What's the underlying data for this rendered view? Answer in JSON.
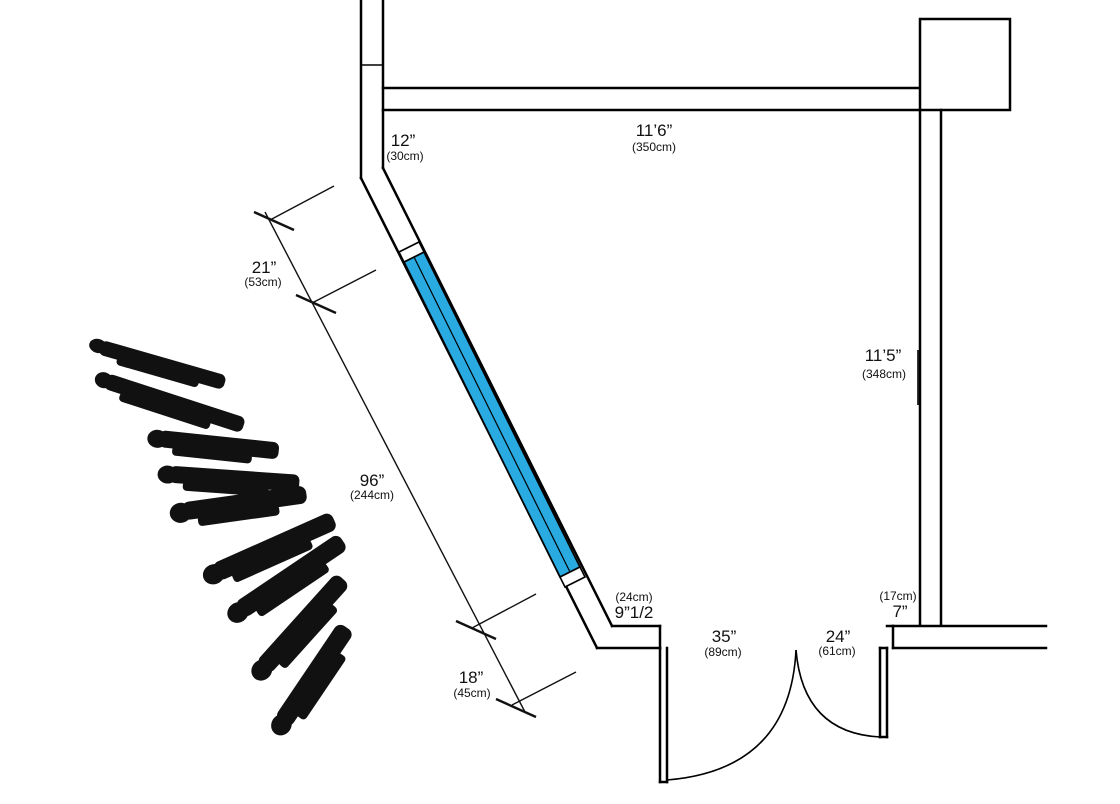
{
  "dimensions": {
    "top_wall": {
      "main": "11’6”",
      "sub": "(350cm)"
    },
    "top_left": {
      "main": "12”",
      "sub": "(30cm)"
    },
    "right_wall": {
      "main": "11’5”",
      "sub": "(348cm)"
    },
    "diag_top": {
      "main": "21”",
      "sub": "(53cm)"
    },
    "diag_main": {
      "main": "96”",
      "sub": "(244cm)"
    },
    "diag_bottom": {
      "main": "18”",
      "sub": "(45cm)"
    },
    "corner_left": {
      "main": "9”1/2",
      "sub": "(24cm)"
    },
    "door_opening": {
      "main": "35”",
      "sub": "(89cm)"
    },
    "side_opening": {
      "main": "24”",
      "sub": "(61cm)"
    },
    "corner_right": {
      "main": "7”",
      "sub": "(17cm)"
    }
  },
  "colors": {
    "window": "#29abe2",
    "wall": "#000000",
    "silhouettes": "#111111"
  }
}
